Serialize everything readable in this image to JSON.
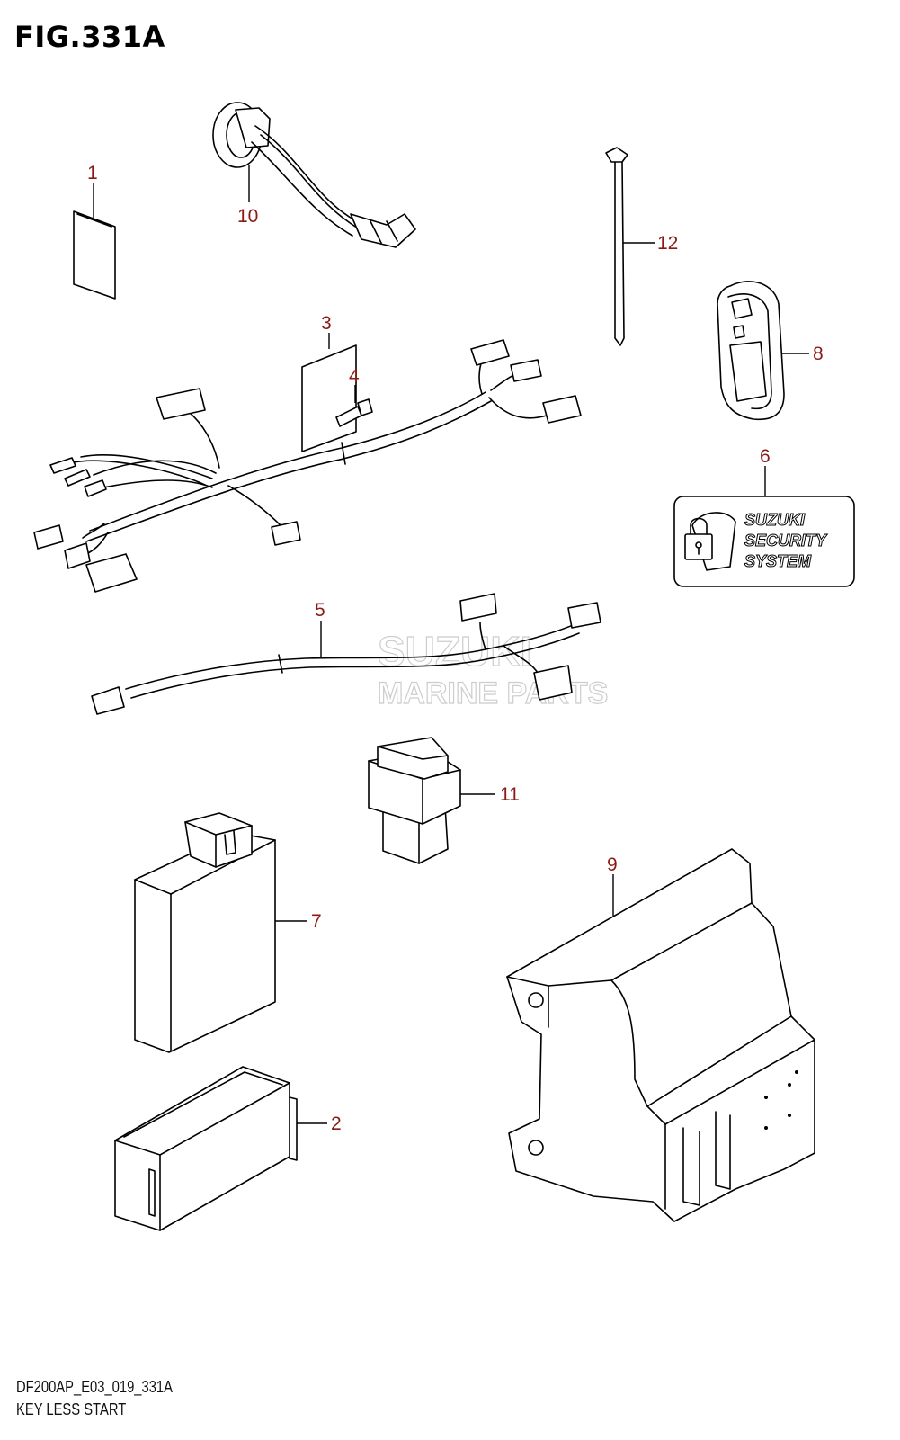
{
  "figure": {
    "title": "FIG.331A",
    "code": "DF200AP_E03_019_331A",
    "name": "KEY LESS START"
  },
  "callouts": [
    "1",
    "2",
    "3",
    "4",
    "5",
    "6",
    "7",
    "8",
    "9",
    "10",
    "11",
    "12"
  ],
  "label_6": {
    "line1": "SUZUKI",
    "line2": "SECURITY",
    "line3": "SYSTEM"
  },
  "watermark": {
    "line1": "SUZUKI",
    "line2": "MARINE PARTS"
  }
}
